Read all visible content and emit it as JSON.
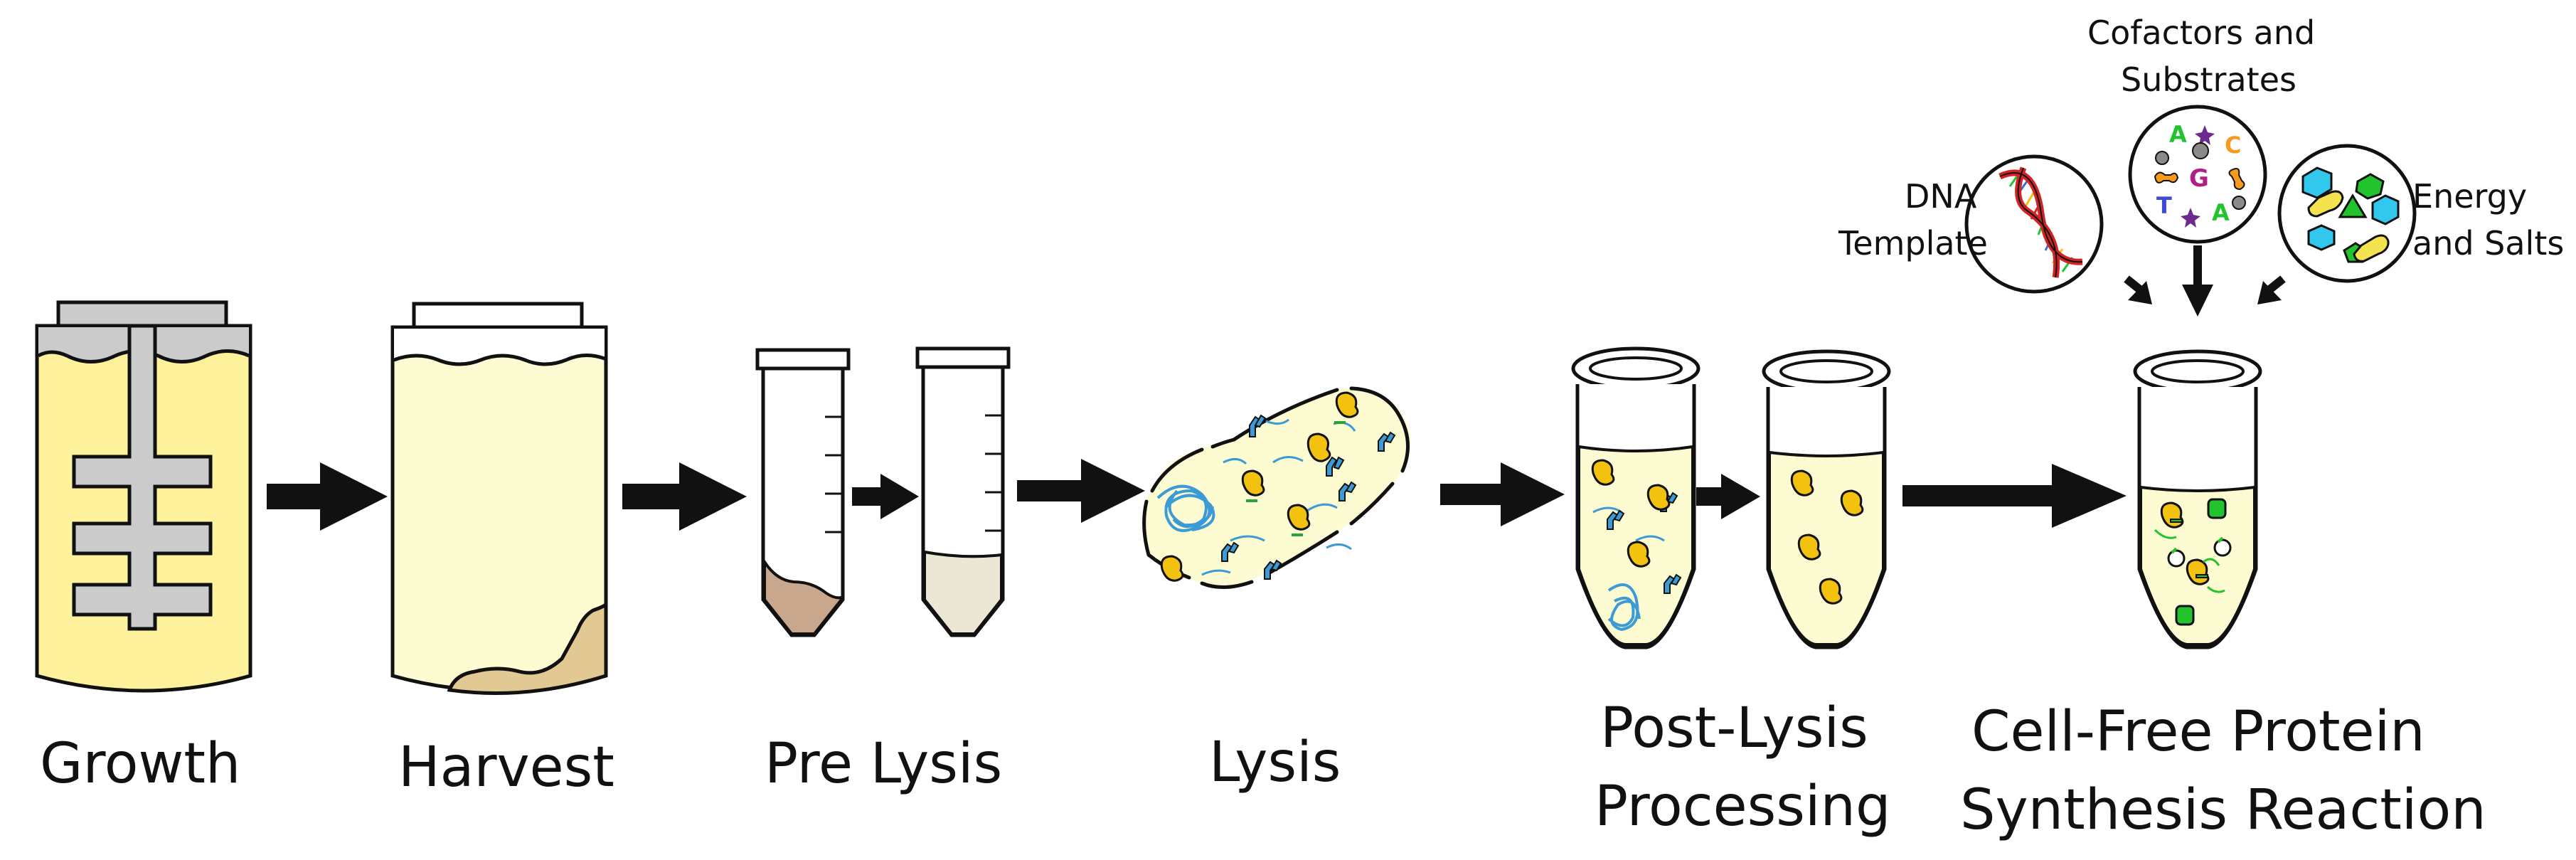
{
  "stages": {
    "growth": "Growth",
    "harvest": "Harvest",
    "pre_lysis": "Pre Lysis",
    "lysis": "Lysis",
    "post_lysis_line1": "Post-Lysis",
    "post_lysis_line2": "Processing",
    "cfps_line1": "Cell-Free Protein",
    "cfps_line2": "Synthesis Reaction"
  },
  "inputs": {
    "dna_line1": "DNA",
    "dna_line2": "Template",
    "cofactors_line1": "Cofactors and",
    "cofactors_line2": "Substrates",
    "energy_line1": "Energy",
    "energy_line2": "and Salts"
  },
  "nucleotide_letters": [
    "A",
    "C",
    "G",
    "T",
    "A"
  ],
  "colors": {
    "culture_yellow": "#fdf19b",
    "lysate_pale": "#fdfbd2",
    "pellet_tan": "#e2c994",
    "pellet_brown": "#c9a78c",
    "buffer_beige": "#ece6d4",
    "steel_gray": "#cbcbcb",
    "protein_yellow": "#f2c20e",
    "dna_blue": "#4aa3d8",
    "green": "#22c32c",
    "cyan_cube": "#32c7ec",
    "purple": "#6a2a90",
    "orange": "#f59a1c",
    "red_strand": "#d42323"
  }
}
